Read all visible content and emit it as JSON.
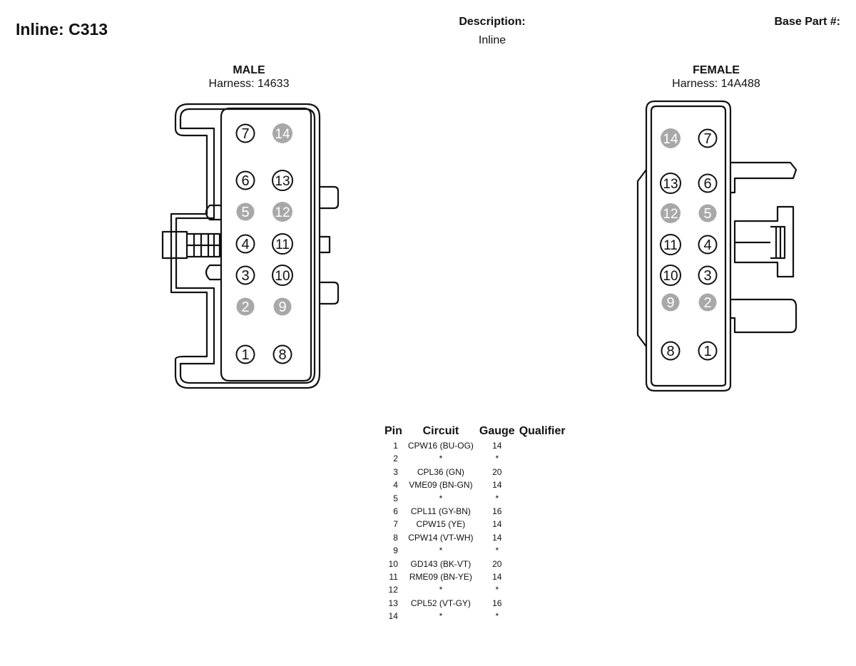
{
  "header": {
    "title": "Inline: C313",
    "description_label": "Description:",
    "description_value": "Inline",
    "base_part_label": "Base Part #:"
  },
  "male": {
    "title": "MALE",
    "harness": "Harness: 14633",
    "cavities": [
      {
        "label": "7",
        "filled": false
      },
      {
        "label": "14",
        "filled": true
      },
      {
        "label": "6",
        "filled": false
      },
      {
        "label": "13",
        "filled": false
      },
      {
        "label": "5",
        "filled": true
      },
      {
        "label": "12",
        "filled": true
      },
      {
        "label": "4",
        "filled": false
      },
      {
        "label": "11",
        "filled": false
      },
      {
        "label": "3",
        "filled": false
      },
      {
        "label": "10",
        "filled": false
      },
      {
        "label": "2",
        "filled": true
      },
      {
        "label": "9",
        "filled": true
      },
      {
        "label": "1",
        "filled": false
      },
      {
        "label": "8",
        "filled": false
      }
    ]
  },
  "female": {
    "title": "FEMALE",
    "harness": "Harness: 14A488",
    "cavities": [
      {
        "label": "14",
        "filled": true
      },
      {
        "label": "7",
        "filled": false
      },
      {
        "label": "13",
        "filled": false
      },
      {
        "label": "6",
        "filled": false
      },
      {
        "label": "12",
        "filled": true
      },
      {
        "label": "5",
        "filled": true
      },
      {
        "label": "11",
        "filled": false
      },
      {
        "label": "4",
        "filled": false
      },
      {
        "label": "10",
        "filled": false
      },
      {
        "label": "3",
        "filled": false
      },
      {
        "label": "9",
        "filled": true
      },
      {
        "label": "2",
        "filled": true
      },
      {
        "label": "8",
        "filled": false
      },
      {
        "label": "1",
        "filled": false
      }
    ]
  },
  "colors": {
    "outline": "#111111",
    "filled_cavity": "#a8a8a8",
    "filled_text": "#ffffff"
  },
  "pin_table": {
    "headers": [
      "Pin",
      "Circuit",
      "Gauge",
      "Qualifier"
    ],
    "rows": [
      {
        "pin": "1",
        "circuit": "CPW16 (BU-OG)",
        "gauge": "14",
        "qualifier": ""
      },
      {
        "pin": "2",
        "circuit": "*",
        "gauge": "*",
        "qualifier": ""
      },
      {
        "pin": "3",
        "circuit": "CPL36 (GN)",
        "gauge": "20",
        "qualifier": ""
      },
      {
        "pin": "4",
        "circuit": "VME09 (BN-GN)",
        "gauge": "14",
        "qualifier": ""
      },
      {
        "pin": "5",
        "circuit": "*",
        "gauge": "*",
        "qualifier": ""
      },
      {
        "pin": "6",
        "circuit": "CPL11 (GY-BN)",
        "gauge": "16",
        "qualifier": ""
      },
      {
        "pin": "7",
        "circuit": "CPW15 (YE)",
        "gauge": "14",
        "qualifier": ""
      },
      {
        "pin": "8",
        "circuit": "CPW14 (VT-WH)",
        "gauge": "14",
        "qualifier": ""
      },
      {
        "pin": "9",
        "circuit": "*",
        "gauge": "*",
        "qualifier": ""
      },
      {
        "pin": "10",
        "circuit": "GD143 (BK-VT)",
        "gauge": "20",
        "qualifier": ""
      },
      {
        "pin": "11",
        "circuit": "RME09 (BN-YE)",
        "gauge": "14",
        "qualifier": ""
      },
      {
        "pin": "12",
        "circuit": "*",
        "gauge": "*",
        "qualifier": ""
      },
      {
        "pin": "13",
        "circuit": "CPL52 (VT-GY)",
        "gauge": "16",
        "qualifier": ""
      },
      {
        "pin": "14",
        "circuit": "*",
        "gauge": "*",
        "qualifier": ""
      }
    ]
  }
}
